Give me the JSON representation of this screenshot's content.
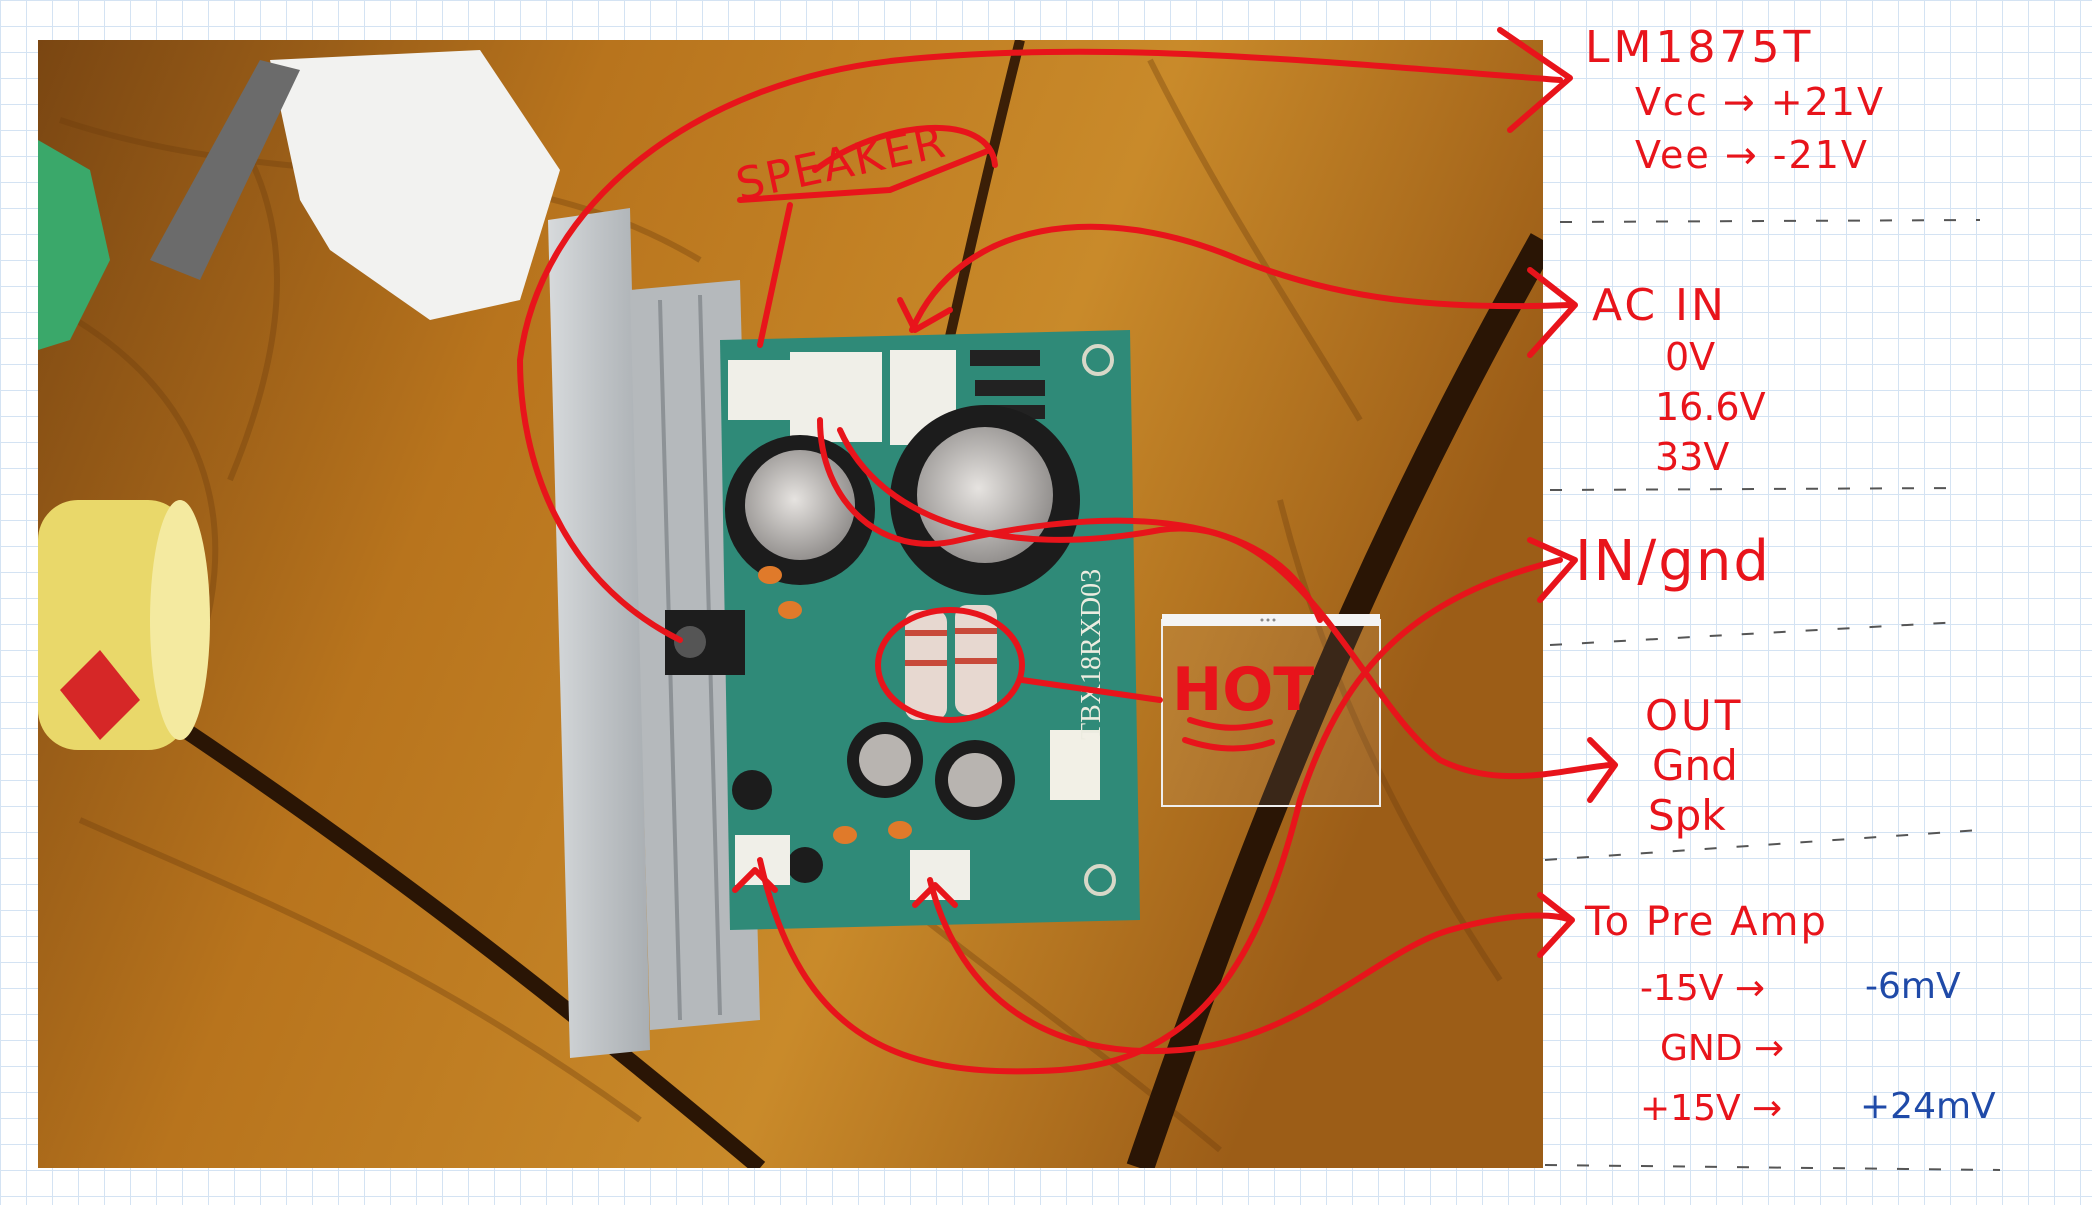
{
  "colors": {
    "annotation_red": "#e8141b",
    "annotation_blue": "#1f4aa8",
    "paper": "#ffffff",
    "grid": "#d4e3f3",
    "wood": "#b8741d",
    "pcb": "#2f8a78"
  },
  "photo_labels": {
    "speaker": "SPEAKER",
    "hot": "HOT",
    "board_id": "TBX18RXD03"
  },
  "notes": {
    "chip": {
      "name": "LM1875T",
      "vcc": "Vcc → +21V",
      "vee": "Vee → -21V"
    },
    "ac_in": {
      "title": "AC IN",
      "lines": [
        "0V",
        "16.6V",
        "33V"
      ]
    },
    "input": {
      "title": "IN/gnd"
    },
    "output": {
      "lines": [
        "OUT",
        "Gnd",
        "Spk"
      ]
    },
    "preamp": {
      "title": "To Pre Amp",
      "rows": [
        {
          "label": "-15V →",
          "reading": "-6mV"
        },
        {
          "label": "GND →",
          "reading": ""
        },
        {
          "label": "+15V →",
          "reading": "+24mV"
        }
      ]
    }
  }
}
